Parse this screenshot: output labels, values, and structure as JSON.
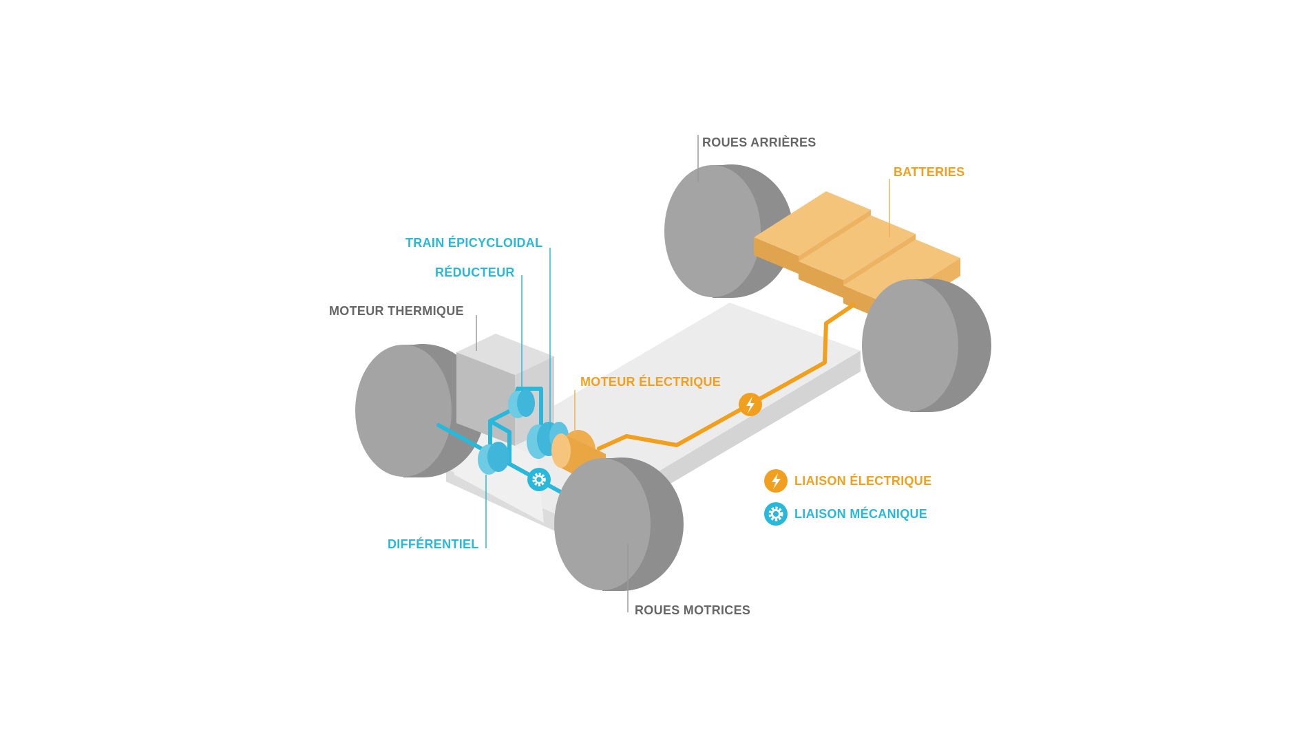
{
  "labels": {
    "roues_arrieres": "ROUES ARRIÈRES",
    "batteries": "BATTERIES",
    "train_epicycloidal": "TRAIN ÉPICYCLOIDAL",
    "reducteur": "RÉDUCTEUR",
    "moteur_thermique": "MOTEUR THERMIQUE",
    "moteur_electrique": "MOTEUR ÉLECTRIQUE",
    "differentiel": "DIFFÉRENTIEL",
    "roues_motrices": "ROUES MOTRICES"
  },
  "legend": [
    {
      "label": "LIAISON ÉLECTRIQUE",
      "icon": "lightning-icon",
      "color": "#f0a01e"
    },
    {
      "label": "LIAISON MÉCANIQUE",
      "icon": "gear-icon",
      "color": "#29b8d9"
    }
  ],
  "colors": {
    "mechanical": "#29b8d9",
    "electrical": "#f0a01e",
    "battery": "#e9b25c",
    "wheel": "#9c9c9c",
    "chassis": "#e6e6e6",
    "label_gray": "#666666"
  }
}
